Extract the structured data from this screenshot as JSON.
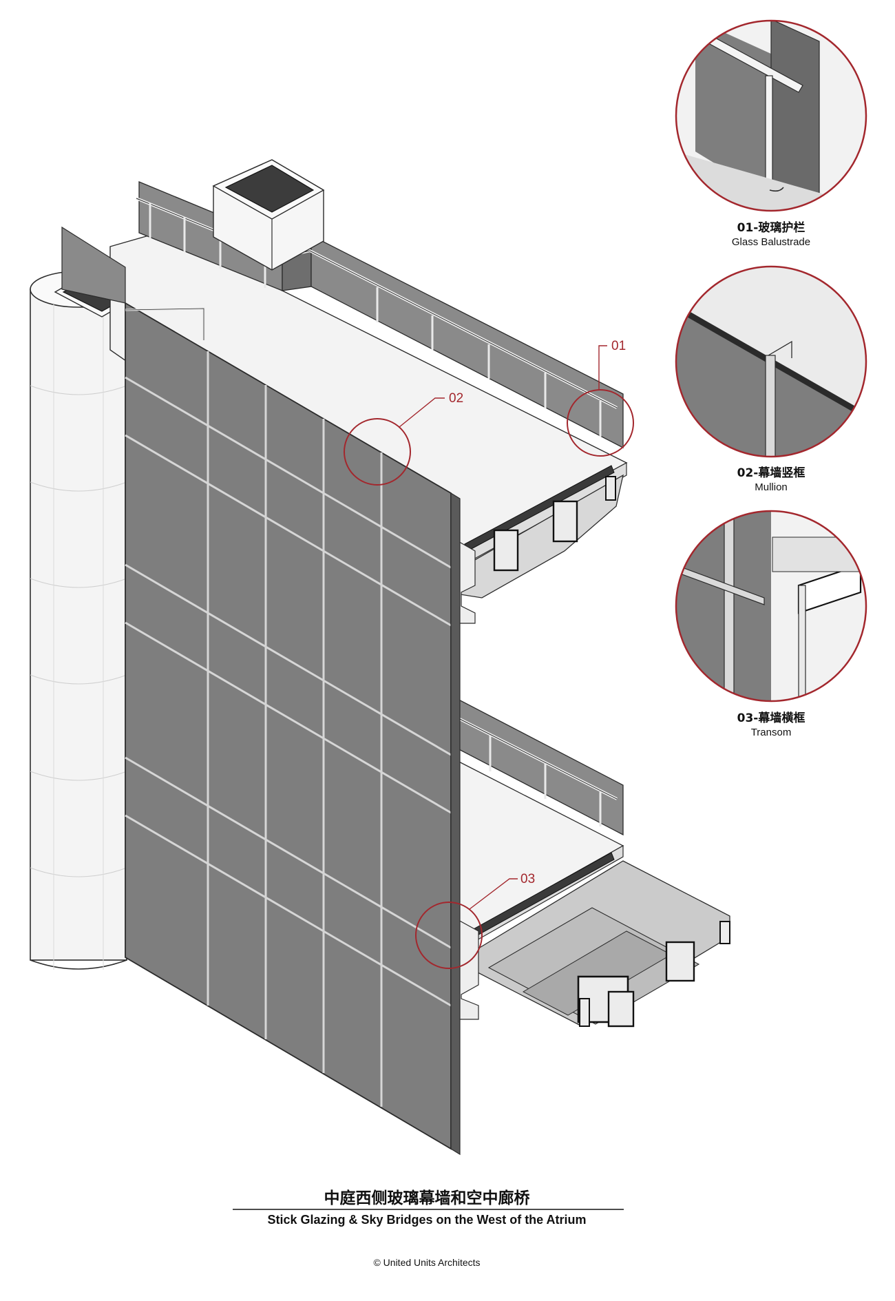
{
  "colors": {
    "glass": "#7e7e7e",
    "glass_dark": "#5a5a5a",
    "frame": "#d6d6d6",
    "concrete": "#efefef",
    "concrete_shade": "#c9c9c9",
    "beam": "#bcbcbc",
    "outline": "#2b2b2b",
    "callout": "#a3272d"
  },
  "callouts": [
    {
      "tag": "01"
    },
    {
      "tag": "02"
    },
    {
      "tag": "03"
    }
  ],
  "details": [
    {
      "code_cn": "01-玻璃护栏",
      "en": "Glass Balustrade"
    },
    {
      "code_cn": "02-幕墙竖框",
      "en": "Mullion"
    },
    {
      "code_cn": "03-幕墙横框",
      "en": "Transom"
    }
  ],
  "title": {
    "cn": "中庭西侧玻璃幕墙和空中廊桥",
    "en": "Stick Glazing & Sky Bridges on the West of the Atrium"
  },
  "credit": "© United Units Architects"
}
